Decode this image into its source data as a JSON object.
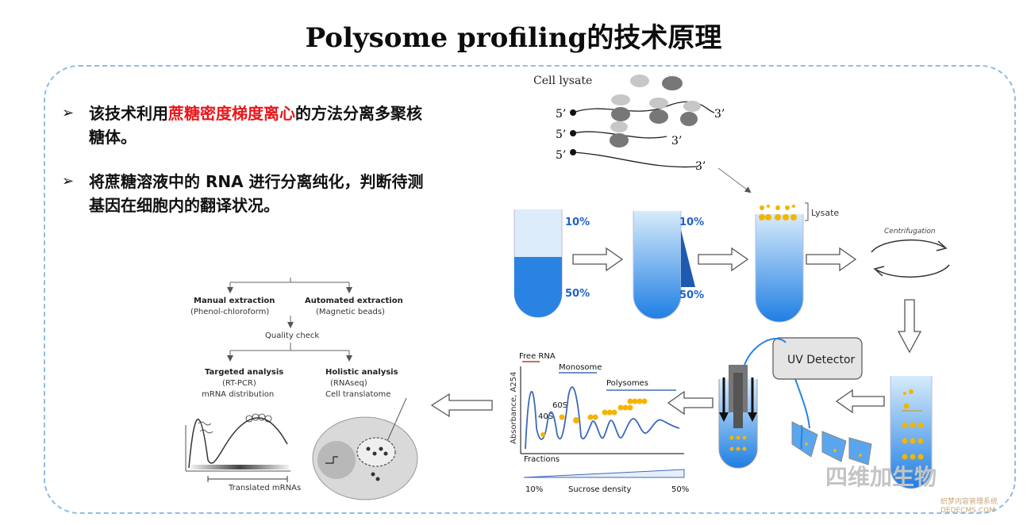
{
  "title": "Polysome profiling的技术原理",
  "bullets": [
    {
      "pre": "该技术利用",
      "highlight": "蔗糖密度梯度离心",
      "post": "的方法分离多聚核糖体。"
    },
    {
      "pre": "将蔗糖溶液中的 RNA 进行分离纯化，判断待测基因在细胞内的翻译状况。",
      "highlight": "",
      "post": ""
    }
  ],
  "lysate_panel": {
    "label": "Cell lysate",
    "five_prime": "5’",
    "three_prime": "3’"
  },
  "tubes": {
    "pct_low": "10%",
    "pct_high": "50%",
    "lysate_label": "Lysate",
    "centrifugation_label": "Centrifugation",
    "uv_label": "UV Detector"
  },
  "profile": {
    "free_rna": "Free RNA",
    "monosome": "Monosome",
    "polysomes": "Polysomes",
    "s60": "60S",
    "s40": "40S",
    "y_axis": "Absorbance, A254",
    "fractions": "Fractions",
    "sucrose_left": "10%",
    "sucrose_label": "Sucrose density",
    "sucrose_right": "50%"
  },
  "flowchart": {
    "manual_title": "Manual extraction",
    "manual_sub": "(Phenol-chloroform)",
    "auto_title": "Automated extraction",
    "auto_sub": "(Magnetic  beads)",
    "quality": "Quality check",
    "targeted_title": "Targeted analysis",
    "targeted_sub1": "(RT-PCR)",
    "targeted_sub2": "mRNA distribution",
    "holistic_title": "Holistic analysis",
    "holistic_sub1": "(RNAseq)",
    "holistic_sub2": "Cell translatome",
    "translated": "Translated mRNAs"
  },
  "watermark": {
    "wechat": "四维加生物",
    "line1": "织梦内容管理系统",
    "line2": "DEDECMS.COM"
  },
  "colors": {
    "highlight": "#e8171a",
    "frame": "#8ebde6",
    "tube_blue": "#2a83e3",
    "ribosome": "#f5b400"
  }
}
